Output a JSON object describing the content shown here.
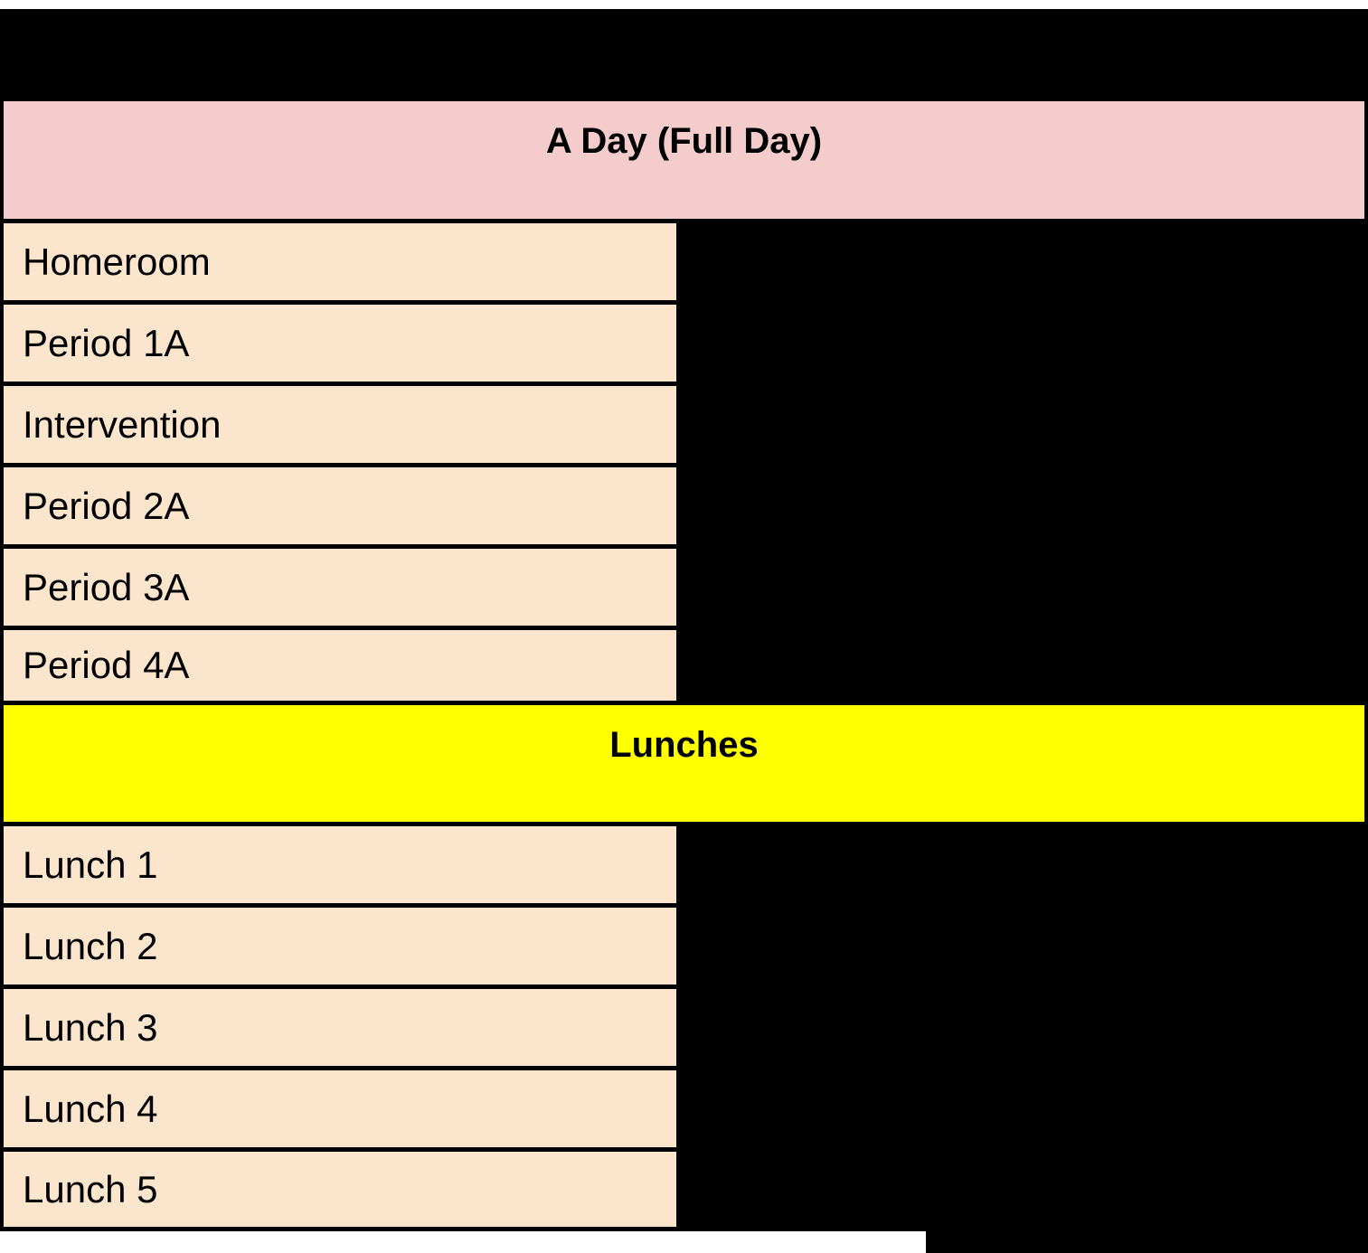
{
  "schedule": {
    "day_header": "A Day (Full Day)",
    "lunch_header": "Lunches",
    "periods": [
      "Homeroom",
      "Period 1A",
      "Intervention",
      "Period 2A",
      "Period 3A",
      "Period 4A"
    ],
    "lunches": [
      "Lunch 1",
      "Lunch 2",
      "Lunch 3",
      "Lunch 4",
      "Lunch 5"
    ],
    "colors": {
      "day_header_bg": "#F4CCCC",
      "lunch_header_bg": "#FFFF00",
      "cell_bg": "#FCE5CD",
      "border": "#000000",
      "background": "#000000",
      "page_white": "#FFFFFF",
      "text": "#000000"
    }
  }
}
